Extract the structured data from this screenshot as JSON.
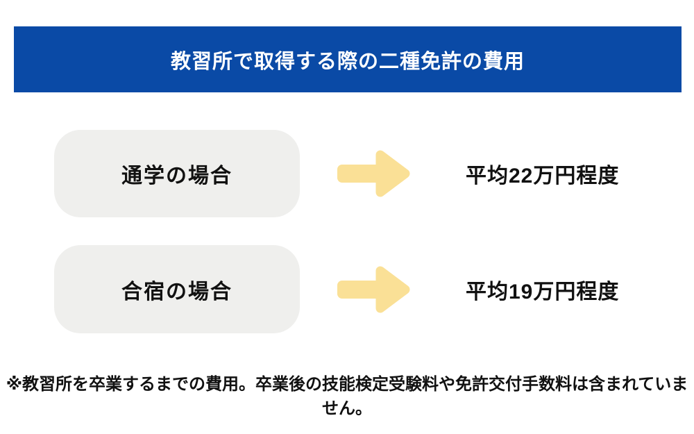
{
  "header": {
    "title": "教習所で取得する際の二種免許の費用"
  },
  "rows": [
    {
      "label": "通学の場合",
      "value": "平均22万円程度"
    },
    {
      "label": "合宿の場合",
      "value": "平均19万円程度"
    }
  ],
  "footnote": "※教習所を卒業するまでの費用。卒業後の技能検定受験料や免許交付手数料は含まれていません。",
  "icons": [
    {
      "name": "right-arrow-icon",
      "meaning": "leads to"
    },
    {
      "name": "right-arrow-icon",
      "meaning": "leads to"
    }
  ],
  "colors": {
    "header_bg": "#0A4AA6",
    "header_text": "#FFFFFF",
    "box_bg": "#EFEFED",
    "arrow": "#FAE096",
    "text": "#111111",
    "page_bg": "#FFFFFF"
  }
}
